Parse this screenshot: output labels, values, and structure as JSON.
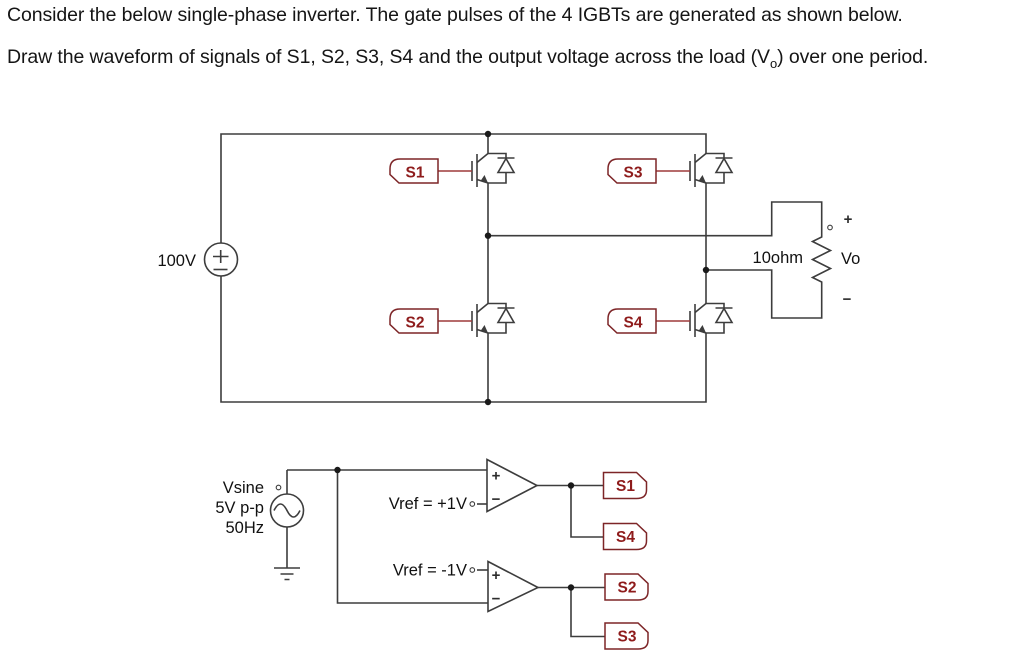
{
  "header": {
    "line1": "Consider the below single-phase inverter. The gate pulses of the 4 IGBTs are generated as shown below.",
    "line2_pre": "Draw the waveform of signals of S1, S2, S3, S4 and the output voltage across the load (V",
    "line2_sub": "o",
    "line2_post": ") over one period."
  },
  "inverter": {
    "source_label": "100V",
    "tags": {
      "s1": "S1",
      "s2": "S2",
      "s3": "S3",
      "s4": "S4"
    },
    "load": {
      "resistance": "10ohm",
      "plus": "+",
      "voltage": "Vo",
      "minus": "−"
    }
  },
  "generator": {
    "sine": {
      "name": "Vsine",
      "peak_to_peak": "5V p-p",
      "frequency": "50Hz"
    },
    "comparator_top": {
      "plus": "+",
      "minus": "−",
      "vref": "Vref = +1V",
      "out_a": "S1",
      "out_b": "S4"
    },
    "comparator_bottom": {
      "plus": "+",
      "minus": "−",
      "vref": "Vref = -1V",
      "out_a": "S2",
      "out_b": "S3"
    }
  },
  "colors": {
    "wire": "#3d3d3d",
    "tag_border": "#7d2527",
    "tag_text": "#8e1b1b",
    "tag_wire": "#9e3a3a",
    "text": "#111111",
    "background": "#ffffff"
  }
}
